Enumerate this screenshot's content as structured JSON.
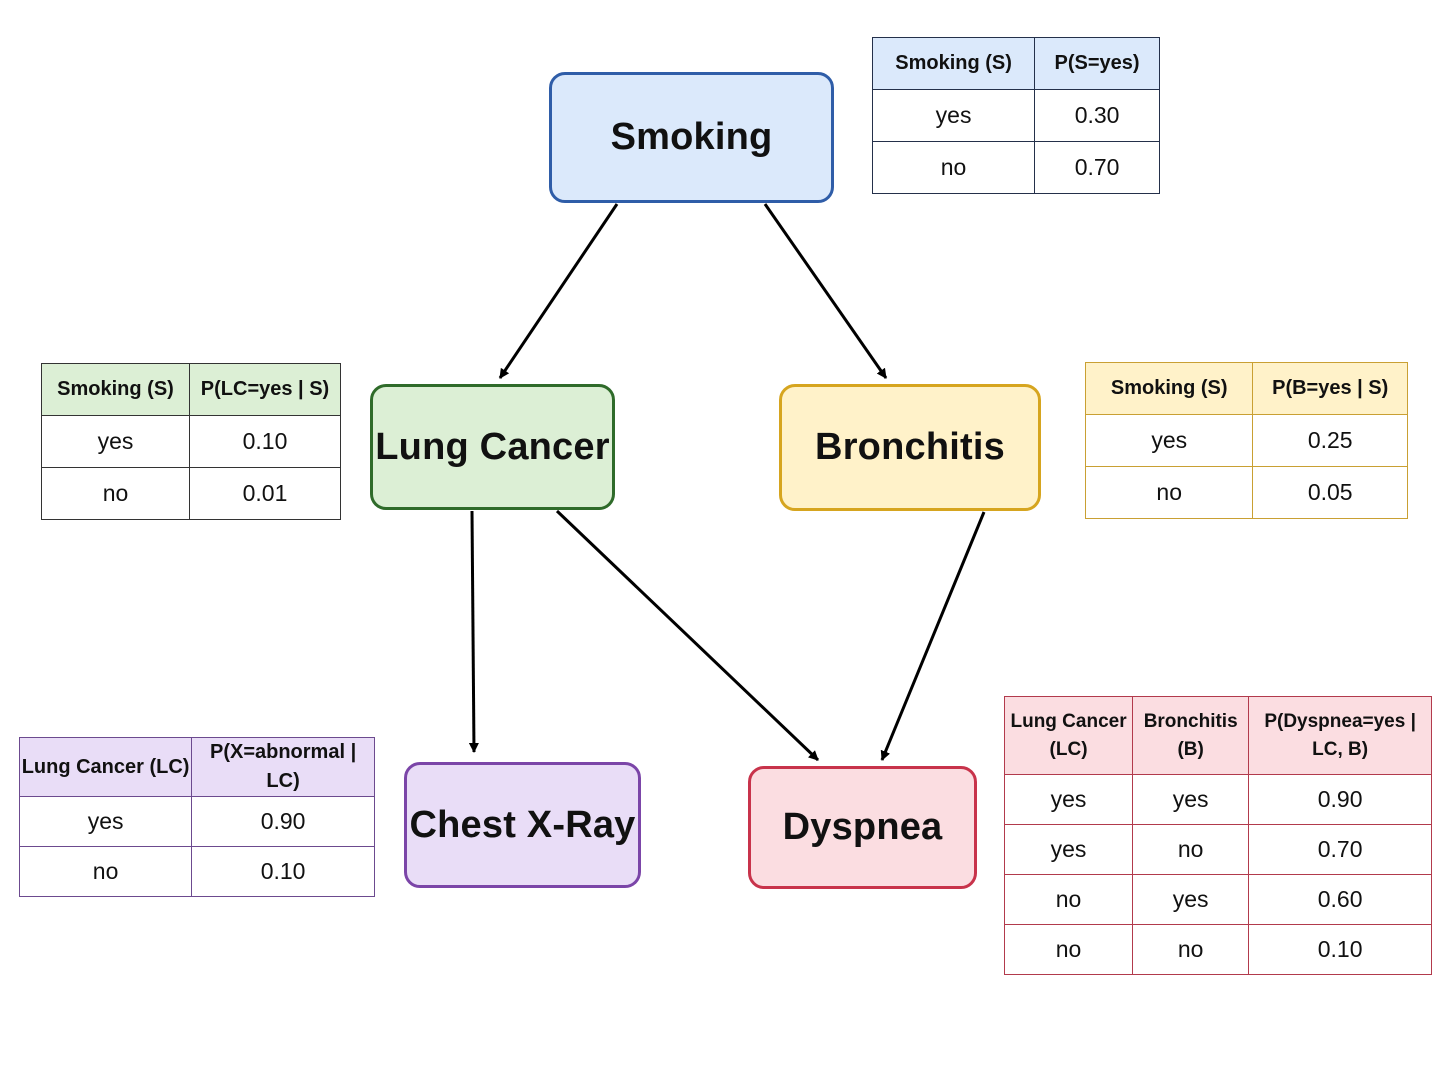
{
  "nodes": {
    "smoking": "Smoking",
    "lung_cancer": "Lung Cancer",
    "bronchitis": "Bronchitis",
    "chest_xray": "Chest X-Ray",
    "dyspnea": "Dyspnea"
  },
  "edges": [
    {
      "from": "smoking",
      "to": "lung_cancer"
    },
    {
      "from": "smoking",
      "to": "bronchitis"
    },
    {
      "from": "lung_cancer",
      "to": "chest_xray"
    },
    {
      "from": "lung_cancer",
      "to": "dyspnea"
    },
    {
      "from": "bronchitis",
      "to": "dyspnea"
    }
  ],
  "colors": {
    "smoking": {
      "fill": "#dbe9fb",
      "border": "#2f5da8"
    },
    "lung_cancer": {
      "fill": "#dcefd5",
      "border": "#2f6b2a"
    },
    "bronchitis": {
      "fill": "#fff2c9",
      "border": "#d6a51f"
    },
    "chest_xray": {
      "fill": "#e9ddf7",
      "border": "#7b45a8"
    },
    "dyspnea": {
      "fill": "#fbdde1",
      "border": "#c8334b"
    }
  },
  "tables": {
    "smoking": {
      "headers": [
        "Smoking (S)",
        "P(S=yes)"
      ],
      "rows": [
        [
          "yes",
          "0.30"
        ],
        [
          "no",
          "0.70"
        ]
      ]
    },
    "lung_cancer": {
      "headers": [
        "Smoking (S)",
        "P(LC=yes | S)"
      ],
      "rows": [
        [
          "yes",
          "0.10"
        ],
        [
          "no",
          "0.01"
        ]
      ]
    },
    "bronchitis": {
      "headers": [
        "Smoking (S)",
        "P(B=yes | S)"
      ],
      "rows": [
        [
          "yes",
          "0.25"
        ],
        [
          "no",
          "0.05"
        ]
      ]
    },
    "chest_xray": {
      "headers": [
        "Lung Cancer (LC)",
        "P(X=abnormal | LC)"
      ],
      "rows": [
        [
          "yes",
          "0.90"
        ],
        [
          "no",
          "0.10"
        ]
      ]
    },
    "dyspnea": {
      "headers": [
        "Lung Cancer (LC)",
        "Bronchitis (B)",
        "P(Dyspnea=yes | LC, B)"
      ],
      "rows": [
        [
          "yes",
          "yes",
          "0.90"
        ],
        [
          "yes",
          "no",
          "0.70"
        ],
        [
          "no",
          "yes",
          "0.60"
        ],
        [
          "no",
          "no",
          "0.10"
        ]
      ]
    }
  }
}
